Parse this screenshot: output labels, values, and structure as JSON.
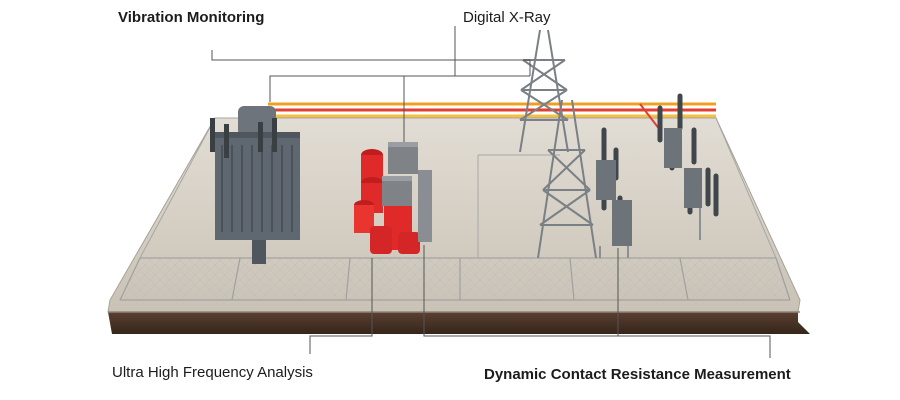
{
  "labels": {
    "vibration": "Vibration Monitoring",
    "xray": "Digital X-Ray",
    "uhf": "Ultra High Frequency Analysis",
    "dcrm": "Dynamic Contact Resistance Measurement"
  },
  "colors": {
    "gravel": "#d6d0c6",
    "soil": "#4a3428",
    "transformer": "#5f6770",
    "switchgear_red": "#e02a2a",
    "cabinet_grey": "#7f8388",
    "tower": "#7a8085",
    "conductor_orange": "#f0a020",
    "conductor_red": "#e04030",
    "leader_line": "#555555"
  }
}
